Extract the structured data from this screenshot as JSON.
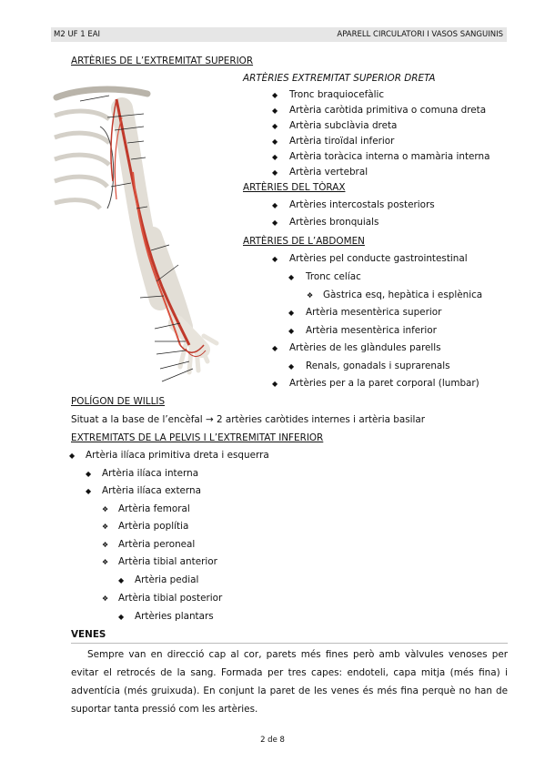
{
  "header": {
    "left": "M2 UF 1 EAI",
    "right": "APARELL CIRCULATORI I VASOS SANGUINIS"
  },
  "section_upper": {
    "title": "ARTÈRIES DE L’EXTREMITAT SUPERIOR",
    "subtitle": "ARTÈRIES EXTREMITAT SUPERIOR DRETA",
    "items": [
      "Tronc braquiocefàlic",
      "Artèria caròtida primitiva o comuna dreta",
      "Artèria subclàvia dreta",
      "Artèria tiroïdal inferior",
      "Artèria toràcica interna o mamària interna",
      "Artèria vertebral"
    ]
  },
  "section_thorax": {
    "title": "ARTÈRIES DEL TÒRAX",
    "items": [
      "Artèries intercostals posteriors",
      "Artèries bronquials"
    ]
  },
  "section_abdomen": {
    "title": "ARTÈRIES DE L’ABDOMEN",
    "item1": "Artèries pel conducte gastrointestinal",
    "tronc": "Tronc celíac",
    "gastrica": "Gàstrica esq, hepàtica i esplènica",
    "mes_sup": "Artèria mesentèrica superior",
    "mes_inf": "Artèria mesentèrica inferior",
    "item2": "Artèries de les glàndules parells",
    "renals": "Renals, gonadals i suprarenals",
    "item3": "Artèries per a la paret corporal (lumbar)"
  },
  "willis": {
    "title": "POLÍGON DE WILLIS",
    "text": "Situat a la base de l’encèfal → 2 artèries caròtides internes i artèria basilar"
  },
  "pelvis": {
    "title": "EXTREMITATS DE LA PELVIS I L’EXTREMITAT INFERIOR",
    "l1": "Artèria ilíaca primitiva dreta i esquerra",
    "l2": "Artèria ilíaca interna",
    "l3": "Artèria ilíaca externa",
    "l4": "Artèria femoral",
    "l5": "Artèria poplítia",
    "l6": "Artèria peroneal",
    "l7": "Artèria tibial anterior",
    "l8": "Artèria pedial",
    "l9": "Artèria tibial posterior",
    "l10": "Artèries plantars"
  },
  "venes": {
    "title": "VENES",
    "paragraph": "Sempre van en direcció cap al cor, parets més fines però amb vàlvules venoses per evitar el retrocés de la sang. Formada per tres capes: endoteli, capa mitja (més fina) i adventícia (més gruixuda). En conjunt la paret de les venes és més fina perquè no han de suportar tanta pressió com les artèries."
  },
  "footer": "2 de 8"
}
